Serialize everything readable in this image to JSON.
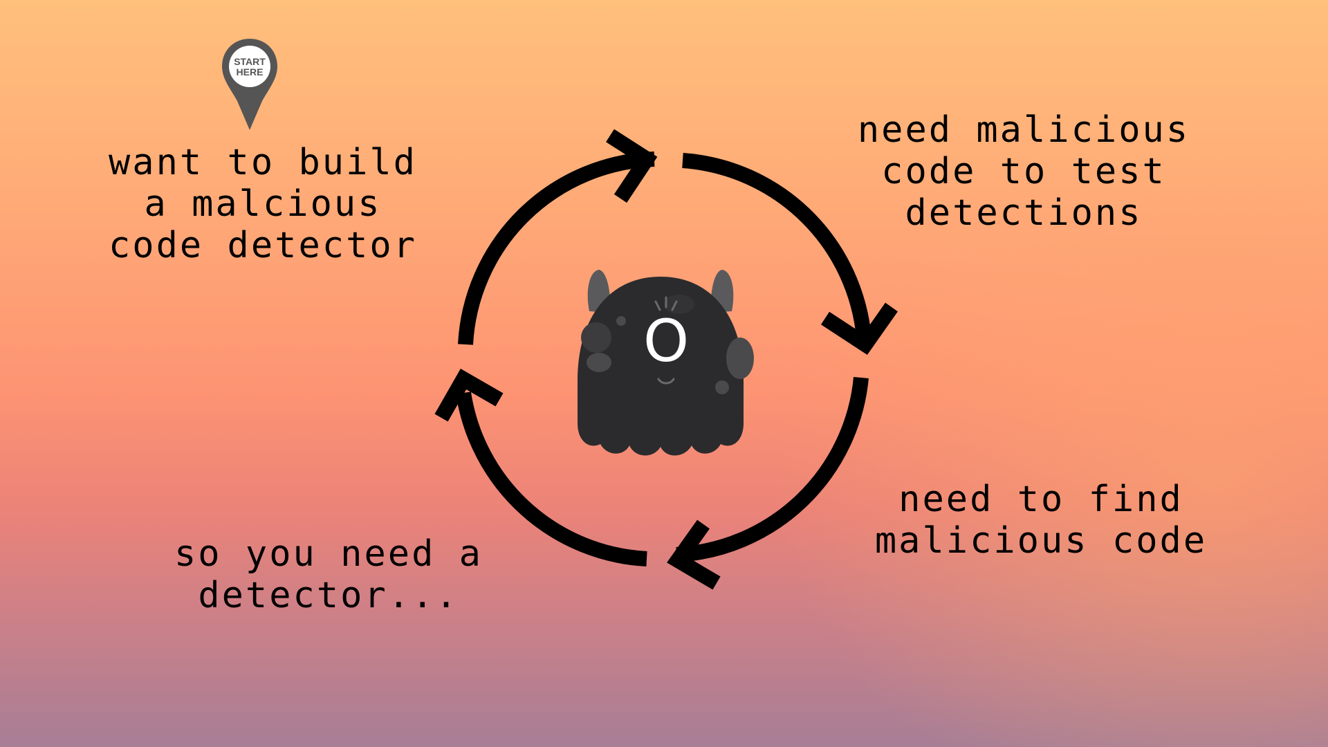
{
  "start_pin": {
    "line1": "START",
    "line2": "HERE"
  },
  "steps": [
    {
      "id": "build",
      "text": "want to build\na malcious\ncode detector"
    },
    {
      "id": "test",
      "text": "need malicious\ncode to test\ndetections"
    },
    {
      "id": "find",
      "text": "need to find\nmalicious code"
    },
    {
      "id": "detector",
      "text": "so you need a\ndetector..."
    }
  ],
  "mascot": {
    "glyph": "O"
  },
  "colors": {
    "arrow": "#000000",
    "pin": "#555555",
    "monster_body": "#2b2b2d",
    "monster_ear": "#5a5a5c",
    "eye": "#ffffff"
  },
  "icons": [
    "location-pin-icon",
    "cycle-arrow-icon",
    "monster-mascot-icon"
  ]
}
